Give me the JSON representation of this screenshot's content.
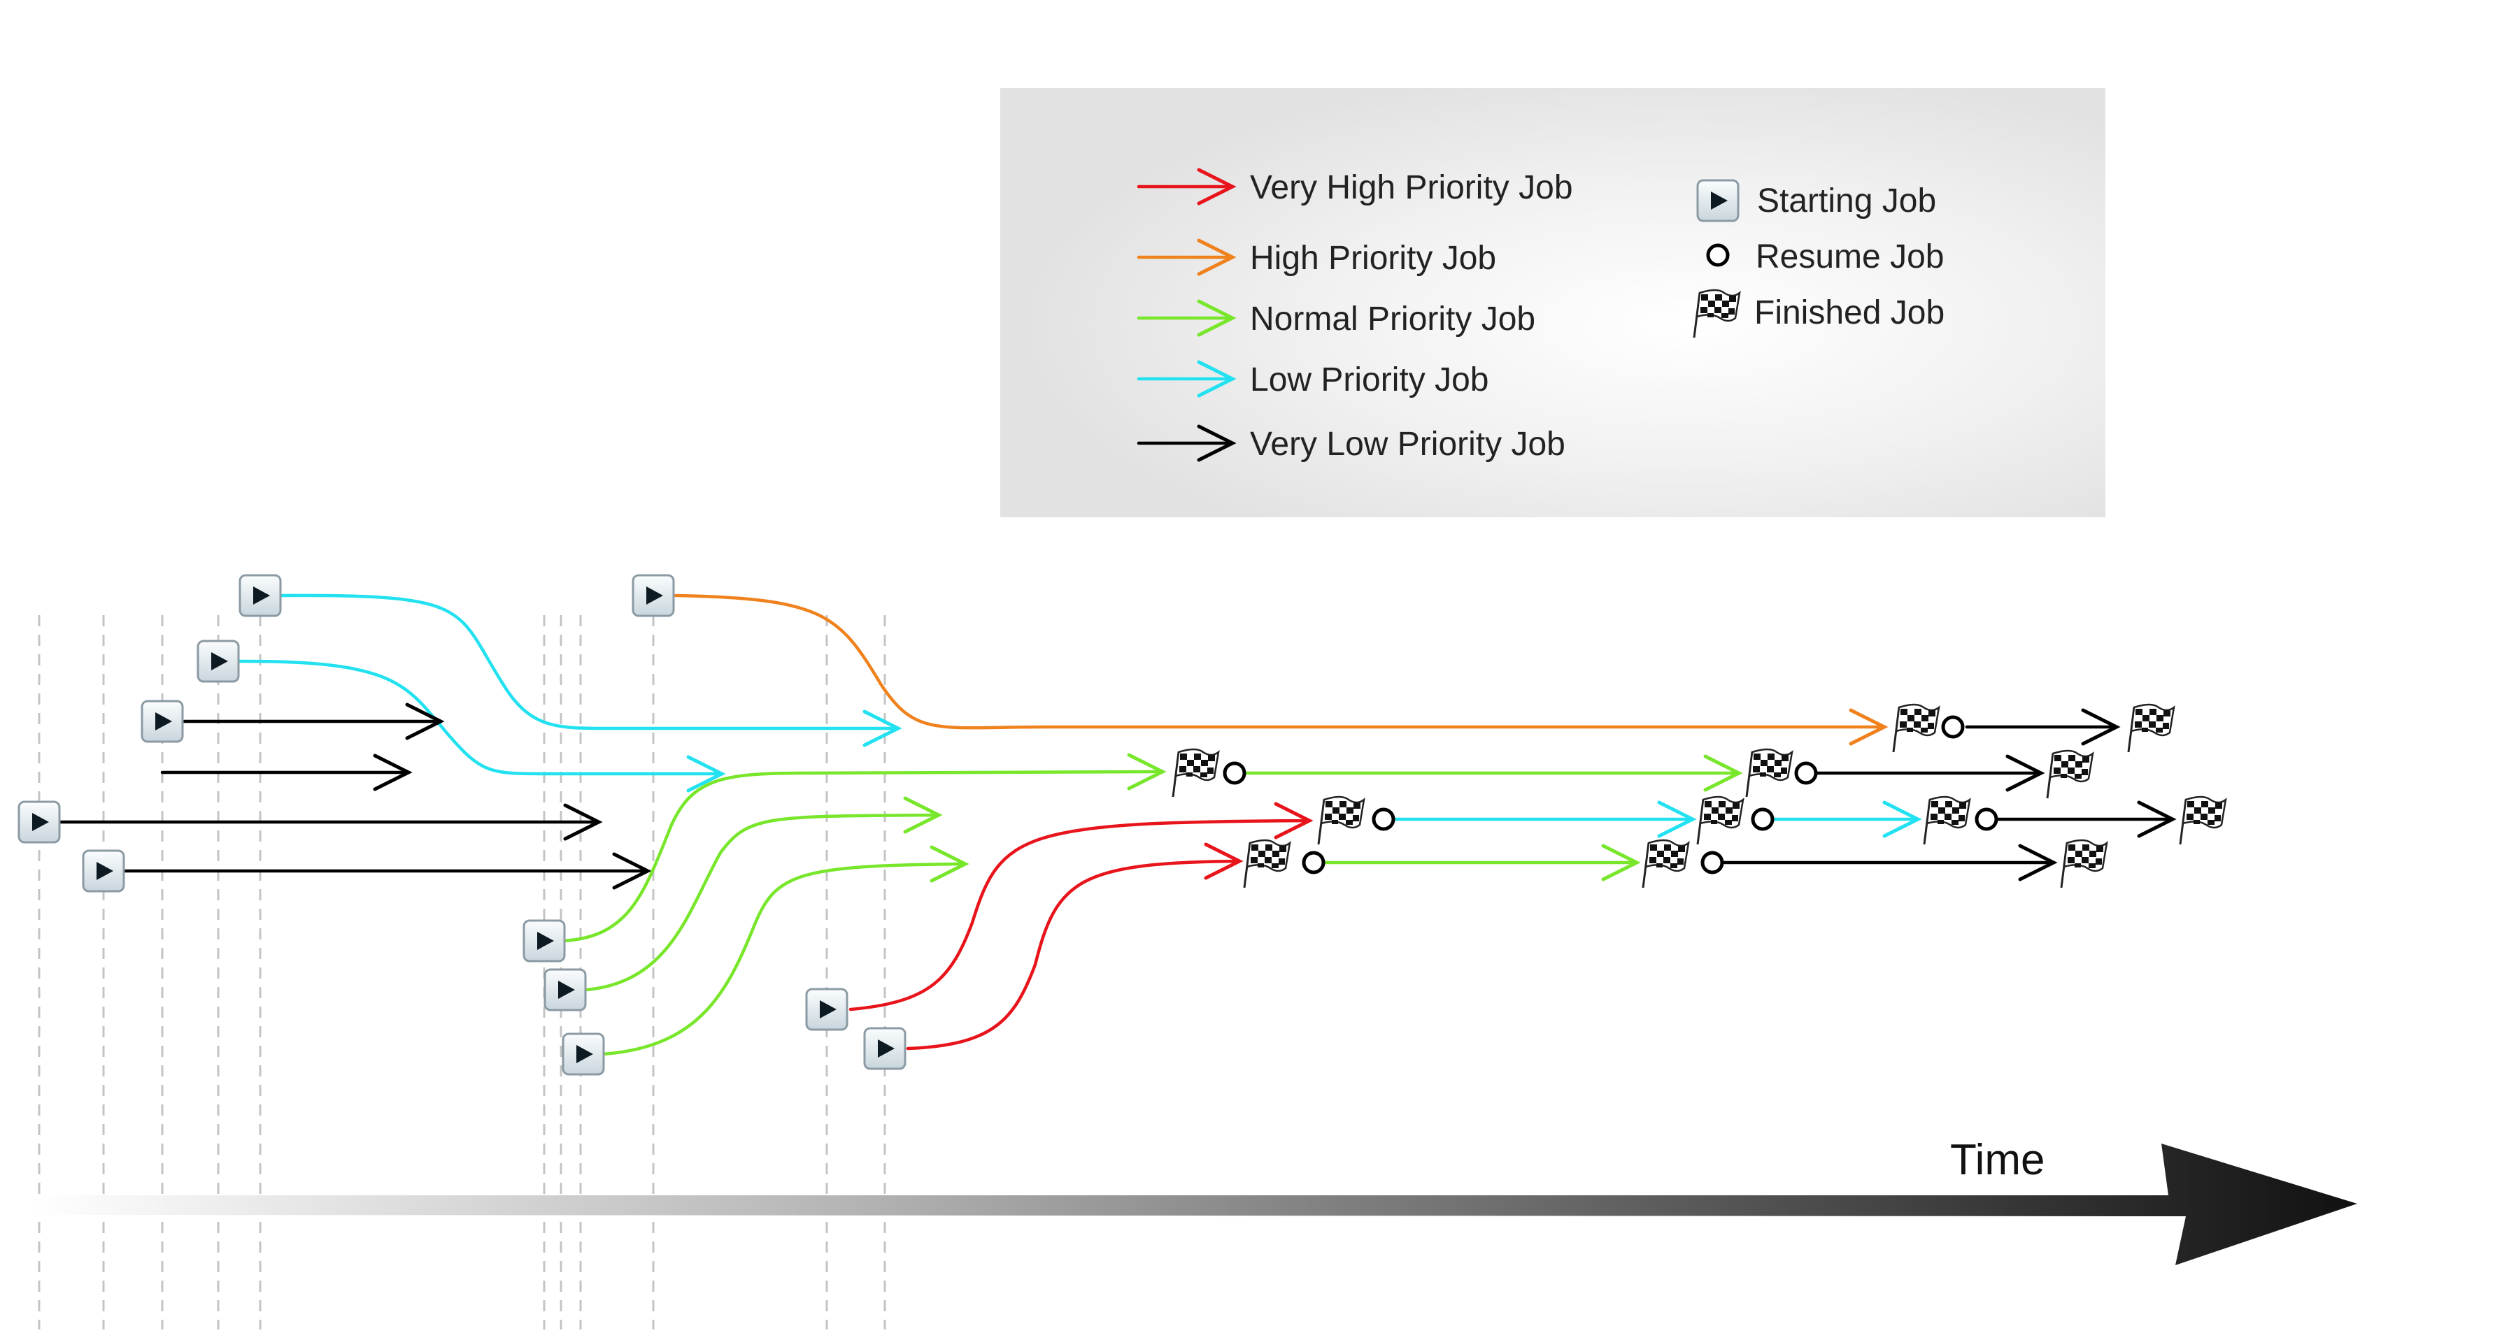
{
  "legend": {
    "priorities": [
      {
        "label": "Very High Priority Job",
        "color": "#e8141b"
      },
      {
        "label": "High Priority Job",
        "color": "#f0821e"
      },
      {
        "label": "Normal Priority Job",
        "color": "#78e62a"
      },
      {
        "label": "Low Priority Job",
        "color": "#22e1f0"
      },
      {
        "label": "Very Low Priority Job",
        "color": "#000000"
      }
    ],
    "markers": [
      {
        "label": "Starting Job",
        "icon": "play-icon"
      },
      {
        "label": "Resume Job",
        "icon": "circle-icon"
      },
      {
        "label": "Finished Job",
        "icon": "checkered-flag-icon"
      }
    ]
  },
  "axis": {
    "label": "Time"
  }
}
